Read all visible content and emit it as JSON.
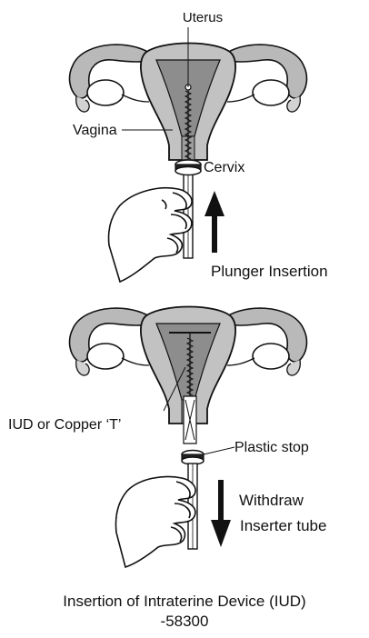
{
  "diagram": {
    "panel1": {
      "labels": {
        "uterus": "Uterus",
        "vagina": "Vagina",
        "cervix": "Cervix",
        "action": "Plunger Insertion"
      }
    },
    "panel2": {
      "labels": {
        "iud": "IUD or Copper ‘T’",
        "stop": "Plastic stop",
        "action_line1": "Withdraw",
        "action_line2": "Inserter tube"
      }
    },
    "caption": {
      "line1": "Insertion of Intraterine Device (IUD)",
      "line2": "-58300"
    }
  }
}
